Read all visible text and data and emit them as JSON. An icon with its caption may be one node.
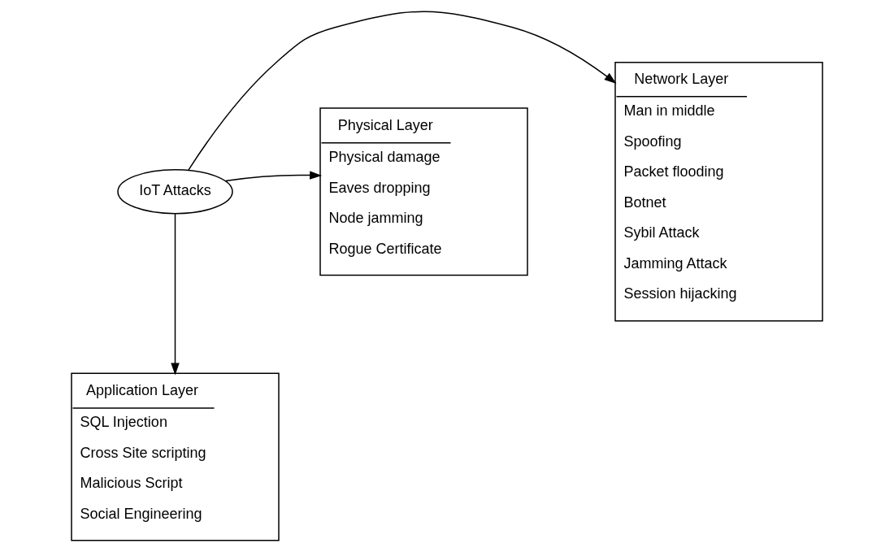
{
  "diagram": {
    "nodes": [
      {
        "text": [
          "Network Layer",
          "Man in middle",
          "Spoofing",
          "Packet flooding",
          "Botnet",
          "Sybil Attack",
          "Jamming Attack",
          "Session hijacking"
        ]
      },
      {
        "text": [
          "Physical Layer",
          "Physical damage",
          "Eaves dropping",
          "Node jamming",
          "Rogue Certificate"
        ]
      },
      {
        "text": [
          "IoT Attacks"
        ]
      },
      {
        "text": [
          "Application Layer",
          "SQL Injection",
          "Cross Site scripting",
          "Malicious Script",
          "Social Engineering"
        ]
      }
    ],
    "edges": [
      {
        "from": 2,
        "to": 0,
        "arrow": "to"
      },
      {
        "from": 2,
        "to": 1,
        "arrow": "to"
      },
      {
        "from": 2,
        "to": 3,
        "arrow": "to"
      }
    ]
  }
}
